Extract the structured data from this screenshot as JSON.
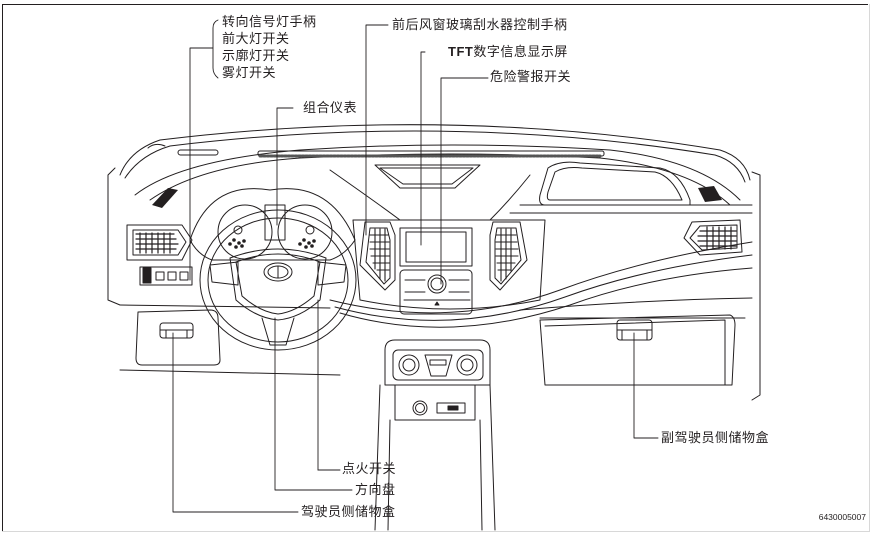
{
  "figure": {
    "title": "Dashboard overview",
    "code": "6430005007"
  },
  "labels": {
    "turn_signal_group": [
      "转向信号灯手柄",
      "前大灯开关",
      "示廓灯开关",
      "雾灯开关"
    ],
    "wiper": "前后风窗玻璃刮水器控制手柄",
    "tft_prefix": "TFT",
    "tft_suffix": "数字信息显示屏",
    "hazard": "危险警报开关",
    "cluster": "组合仪表",
    "ignition": "点火开关",
    "steering_wheel": "方向盘",
    "driver_storage": "驾驶员侧储物盒",
    "passenger_storage": "副驾驶员侧储物盒"
  },
  "colors": {
    "ink": "#231f20",
    "background": "#ffffff"
  }
}
